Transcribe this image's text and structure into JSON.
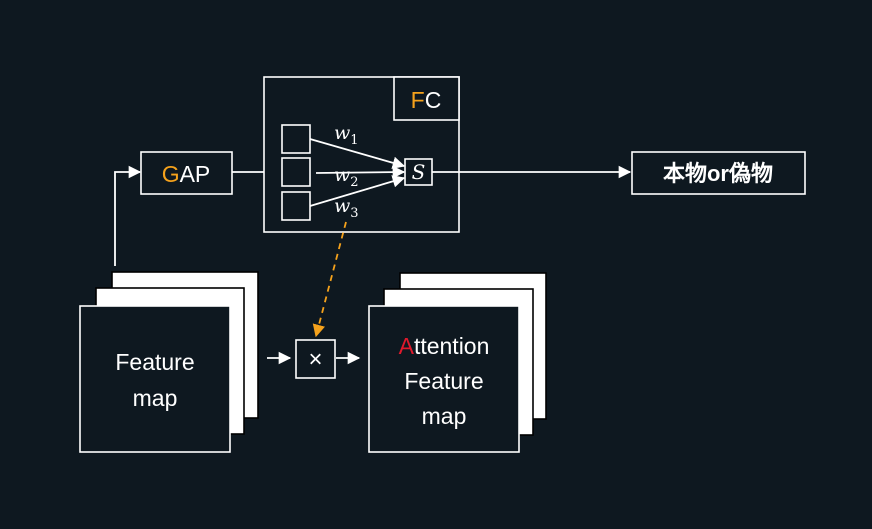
{
  "colors": {
    "background": "#0e1820",
    "line": "#ffffff",
    "accent_orange": "#f5a21c",
    "accent_red": "#e0192c"
  },
  "gap": {
    "first_letter": "G",
    "rest": "AP"
  },
  "fc": {
    "first_letter": "F",
    "rest": "C"
  },
  "weights": [
    {
      "base": "w",
      "sub": "1"
    },
    {
      "base": "w",
      "sub": "2"
    },
    {
      "base": "w",
      "sub": "3"
    }
  ],
  "sum_symbol": "S",
  "output": {
    "label": "本物or偽物"
  },
  "feature_map": {
    "line1": "Feature",
    "line2": "map"
  },
  "multiply_symbol": "×",
  "attention_map": {
    "first_letter": "A",
    "rest": "ttention",
    "line2": "Feature",
    "line3": "map"
  }
}
